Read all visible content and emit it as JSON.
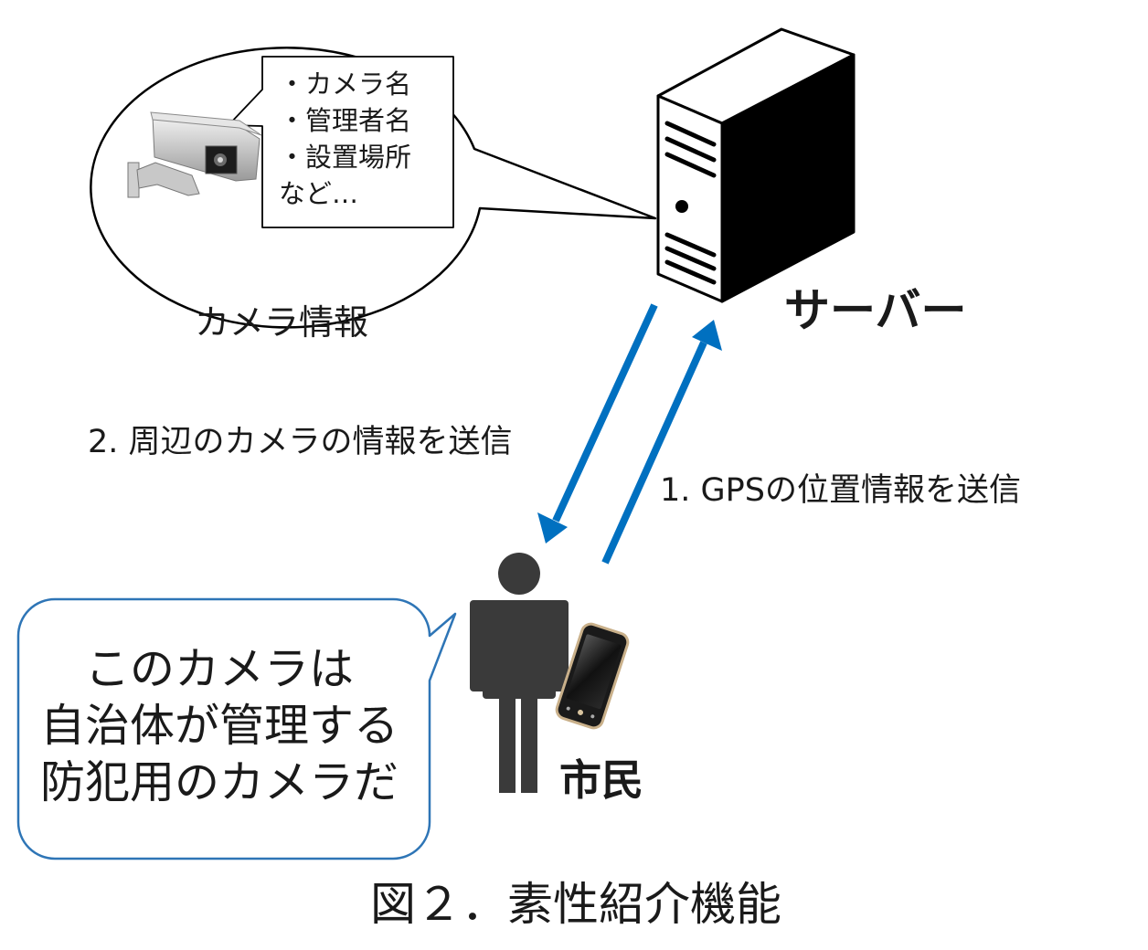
{
  "camera_info": {
    "items": [
      "・カメラ名",
      "・管理者名",
      "・設置場所",
      "など…"
    ],
    "caption": "カメラ情報"
  },
  "server": {
    "label": "サーバー"
  },
  "arrows": {
    "to_citizen": "2. 周辺のカメラの情報を送信",
    "to_server": "1. GPSの位置情報を送信"
  },
  "citizen": {
    "label": "市民",
    "speech_lines": [
      "このカメラは",
      "自治体が管理する",
      "防犯用のカメラだ"
    ]
  },
  "figure_caption": "図２．素性紹介機能",
  "colors": {
    "arrow": "#0070c0",
    "speech_border": "#2e75b6",
    "person": "#3a3a3a"
  }
}
